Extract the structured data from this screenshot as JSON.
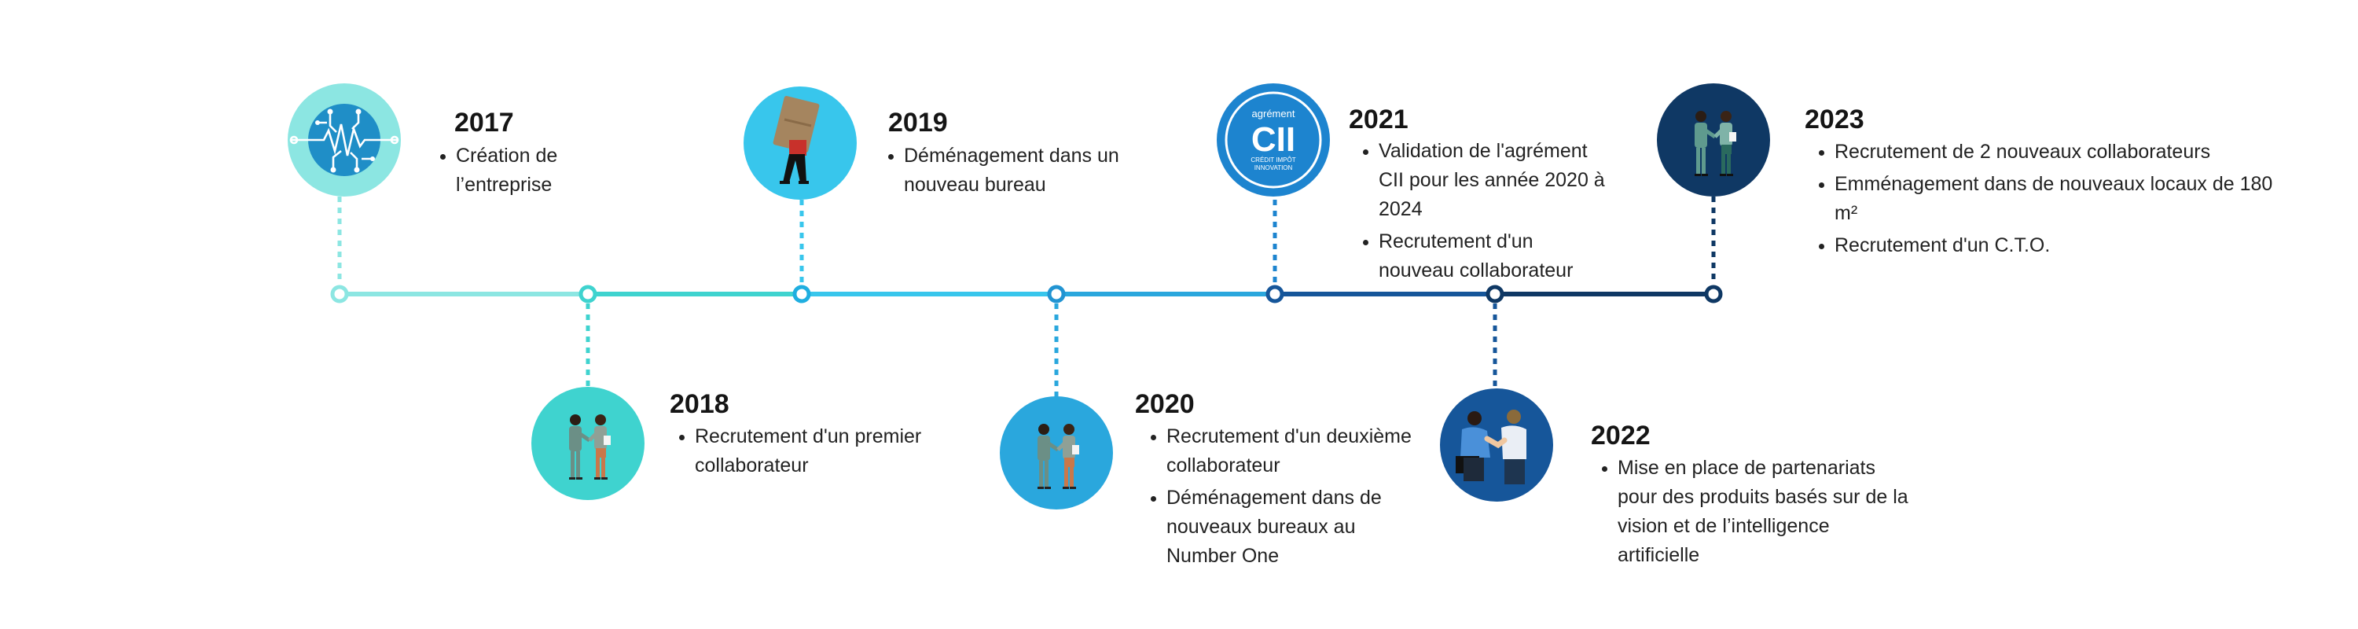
{
  "colors": {
    "c2017": "#8ce6e2",
    "c2018": "#3fd3cf",
    "c2019": "#38c6ec",
    "c2020": "#2aa7dd",
    "c2021": "#1d84cf",
    "c2022": "#16569a",
    "c2023": "#0f3864"
  },
  "badge_cii": {
    "top_text": "agrément",
    "main_text": "CII",
    "bottom_line1": "CRÉDIT IMPÔT",
    "bottom_line2": "INNOVATION"
  },
  "milestones": [
    {
      "year": "2017",
      "items": [
        "Création de l’entreprise"
      ]
    },
    {
      "year": "2018",
      "items": [
        "Recrutement d'un premier collaborateur"
      ]
    },
    {
      "year": "2019",
      "items": [
        "Déménagement dans un nouveau bureau"
      ]
    },
    {
      "year": "2020",
      "items": [
        "Recrutement d'un deuxième collaborateur",
        "Déménagement dans de nouveaux bureaux au Number One"
      ]
    },
    {
      "year": "2021",
      "items": [
        "Validation de l'agrément CII pour les année 2020 à  2024",
        "Recrutement d'un nouveau collaborateur"
      ]
    },
    {
      "year": "2022",
      "items": [
        "Mise en place de partenariats pour des produits basés sur de la vision et de l’intelligence artificielle"
      ]
    },
    {
      "year": "2023",
      "items": [
        "Recrutement de 2 nouveaux collaborateurs",
        "Emménagement dans de nouveaux locaux de 180 m²",
        "Recrutement d'un C.T.O."
      ]
    }
  ]
}
